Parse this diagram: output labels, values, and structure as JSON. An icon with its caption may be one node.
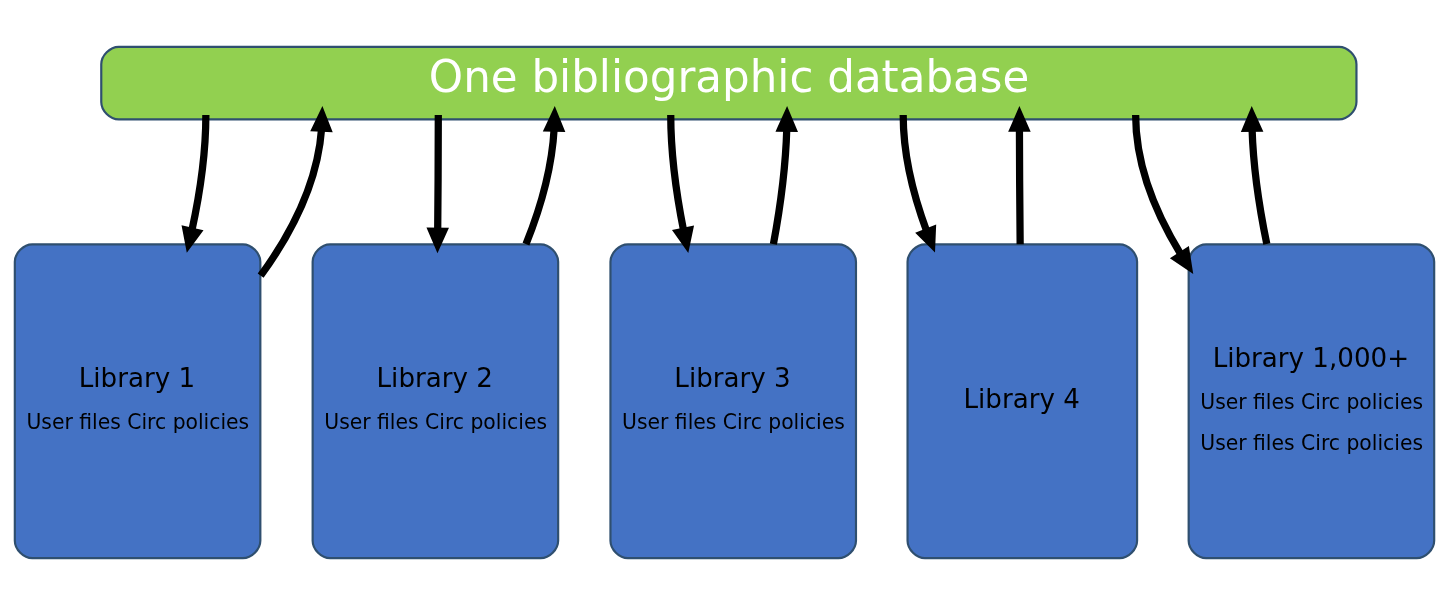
{
  "diagram": {
    "nodes": [
      {
        "text": [
          "One bibliographic database"
        ]
      },
      {
        "text": [
          "Library 1",
          "User files Circ policies"
        ]
      },
      {
        "text": [
          "Library 2",
          "User files Circ policies"
        ]
      },
      {
        "text": [
          "Library 3",
          "User files Circ policies"
        ]
      },
      {
        "text": [
          "Library 4"
        ]
      },
      {
        "text": [
          "Library 1,000+",
          "User files Circ policies",
          "User files Circ policies"
        ]
      }
    ],
    "edges": [
      {
        "from": 0,
        "to": 1,
        "arrow": "to"
      },
      {
        "from": 1,
        "to": 0,
        "arrow": "to"
      },
      {
        "from": 0,
        "to": 2,
        "arrow": "to"
      },
      {
        "from": 2,
        "to": 0,
        "arrow": "to"
      },
      {
        "from": 0,
        "to": 3,
        "arrow": "to"
      },
      {
        "from": 3,
        "to": 0,
        "arrow": "to"
      },
      {
        "from": 0,
        "to": 4,
        "arrow": "to"
      },
      {
        "from": 4,
        "to": 0,
        "arrow": "to"
      },
      {
        "from": 0,
        "to": 5,
        "arrow": "to"
      },
      {
        "from": 5,
        "to": 0,
        "arrow": "to"
      }
    ]
  }
}
